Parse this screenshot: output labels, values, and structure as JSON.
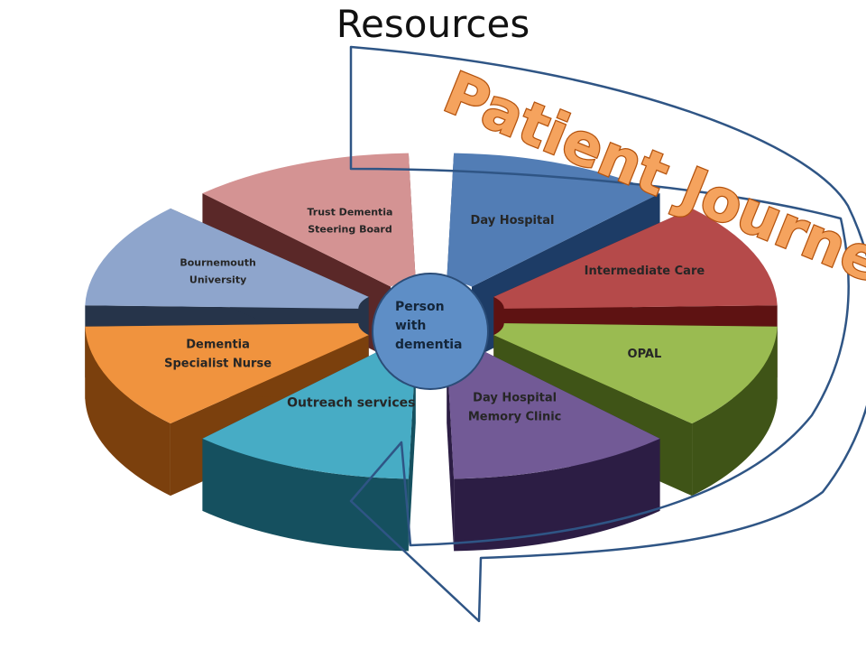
{
  "title": "Resources",
  "journey_label": "Patient Journey",
  "center_label": [
    "Person",
    "with",
    "dementia"
  ],
  "segments": [
    {
      "id": "day-hospital",
      "lines": [
        "Day Hospital"
      ],
      "top": "#3b6bab",
      "side": "#1d3c66",
      "text": "#262626"
    },
    {
      "id": "intermediate-care",
      "lines": [
        "Intermediate Care"
      ],
      "top": "#ab3232",
      "side": "#5e1212",
      "text": "#262626"
    },
    {
      "id": "opal",
      "lines": [
        "OPAL"
      ],
      "top": "#8cb23a",
      "side": "#3f5417",
      "text": "#262626"
    },
    {
      "id": "day-hospital-memory-clinic",
      "lines": [
        "Day Hospital",
        "Memory Clinic"
      ],
      "top": "#5f4488",
      "side": "#2c1d44",
      "text": "#262626"
    },
    {
      "id": "outreach-services",
      "lines": [
        "Outreach services"
      ],
      "top": "#2ea1bd",
      "side": "#15505f",
      "text": "#262626"
    },
    {
      "id": "dementia-specialist-nurse",
      "lines": [
        "Dementia",
        "Specialist Nurse"
      ],
      "top": "#ee8524",
      "side": "#7b400d",
      "text": "#262626"
    },
    {
      "id": "bournemouth-university",
      "lines": [
        "Bournemouth",
        "University"
      ],
      "top": "#7f99c5",
      "side": "#26344a",
      "text": "#262626"
    },
    {
      "id": "trust-dementia-steering-board",
      "lines": [
        "Trust Dementia",
        "Steering Board"
      ],
      "top": "#cf8585",
      "side": "#5a2828",
      "text": "#262626"
    }
  ],
  "colors": {
    "arrow": "#2f5585",
    "center_fill": "#5e8ec6",
    "center_stroke": "#2b4d78"
  }
}
